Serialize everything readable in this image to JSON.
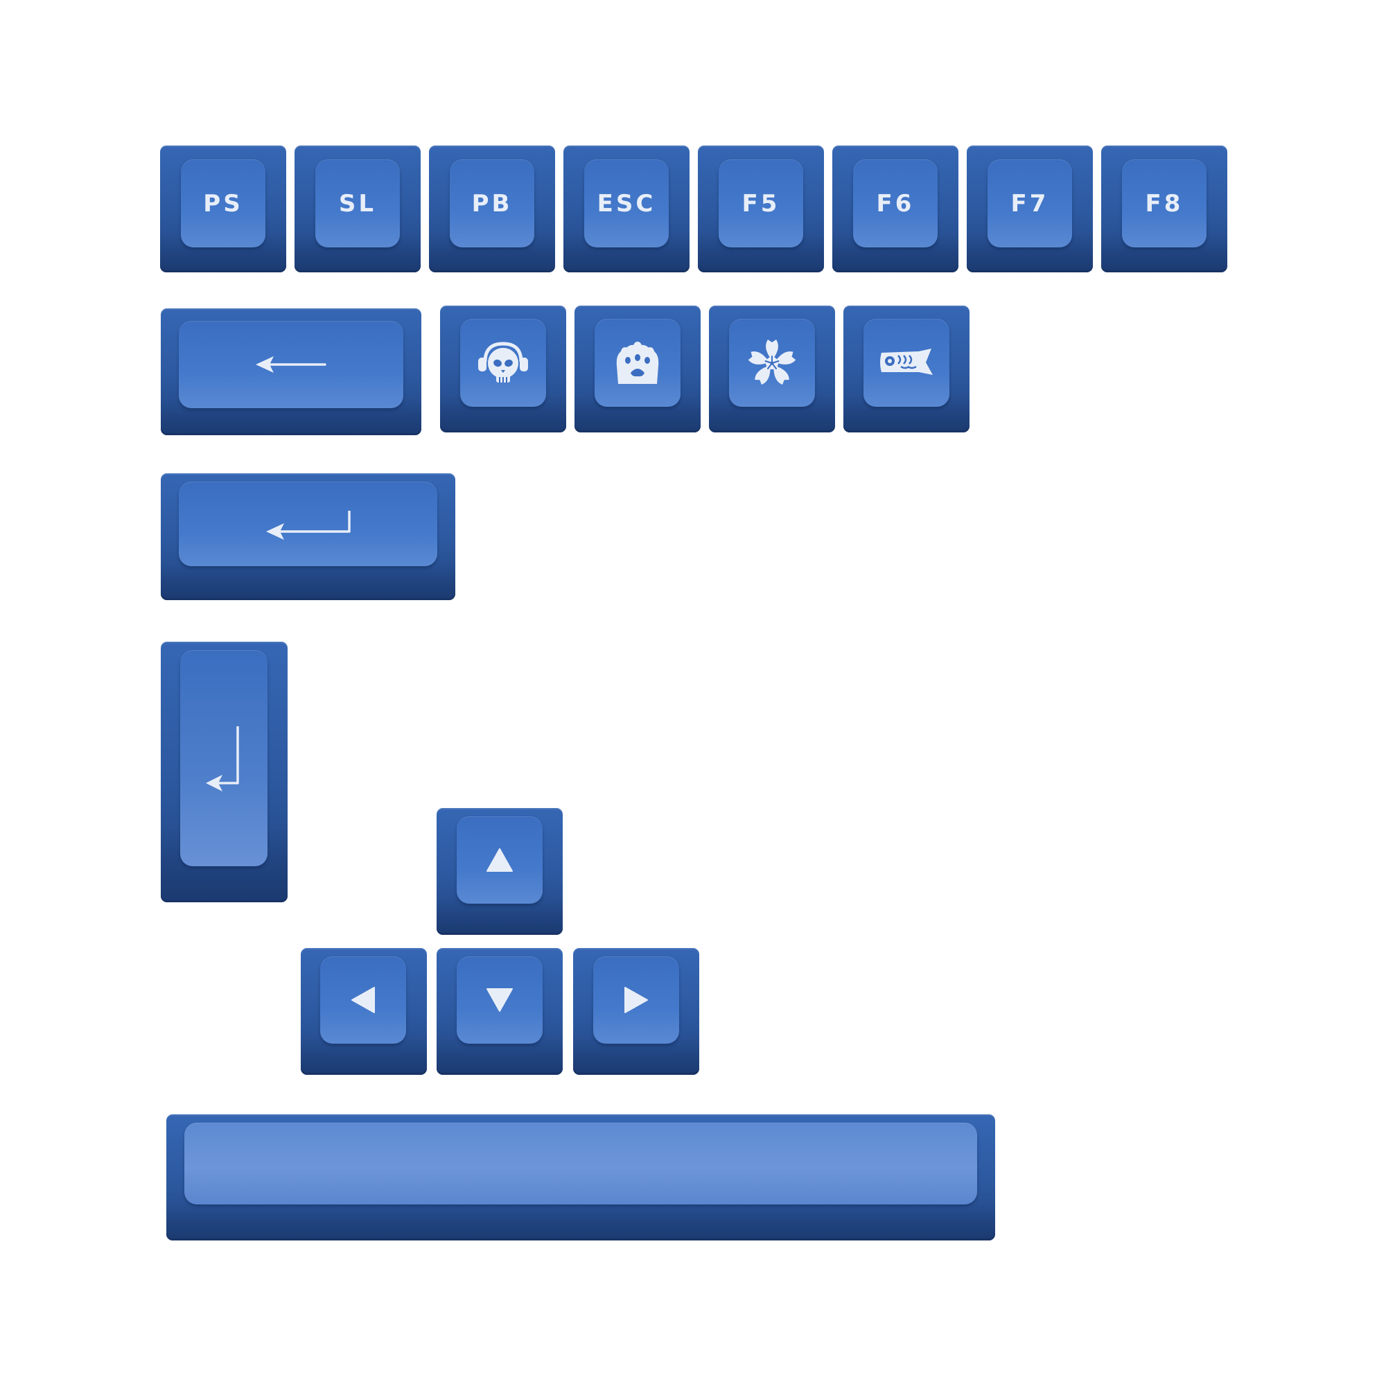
{
  "colors": {
    "background": "#ffffff",
    "key_blue": "#2c589f",
    "key_top_blue": "#4479cb",
    "legend": "#e8eef8"
  },
  "keys": {
    "ps": "PS",
    "sl": "SL",
    "pb": "PB",
    "esc": "ESC",
    "f5": "F5",
    "f6": "F6",
    "f7": "F7",
    "f8": "F8"
  },
  "icons": {
    "backspace": "left-arrow-icon",
    "skull": "skull-headphones-icon",
    "paw": "cat-paw-icon",
    "sakura": "sakura-flower-icon",
    "koinobori": "koinobori-fish-icon",
    "enter_wide": "enter-arrow-icon",
    "enter_tall": "enter-arrow-icon",
    "up": "triangle-up-icon",
    "left": "triangle-left-icon",
    "down": "triangle-down-icon",
    "right": "triangle-right-icon"
  }
}
